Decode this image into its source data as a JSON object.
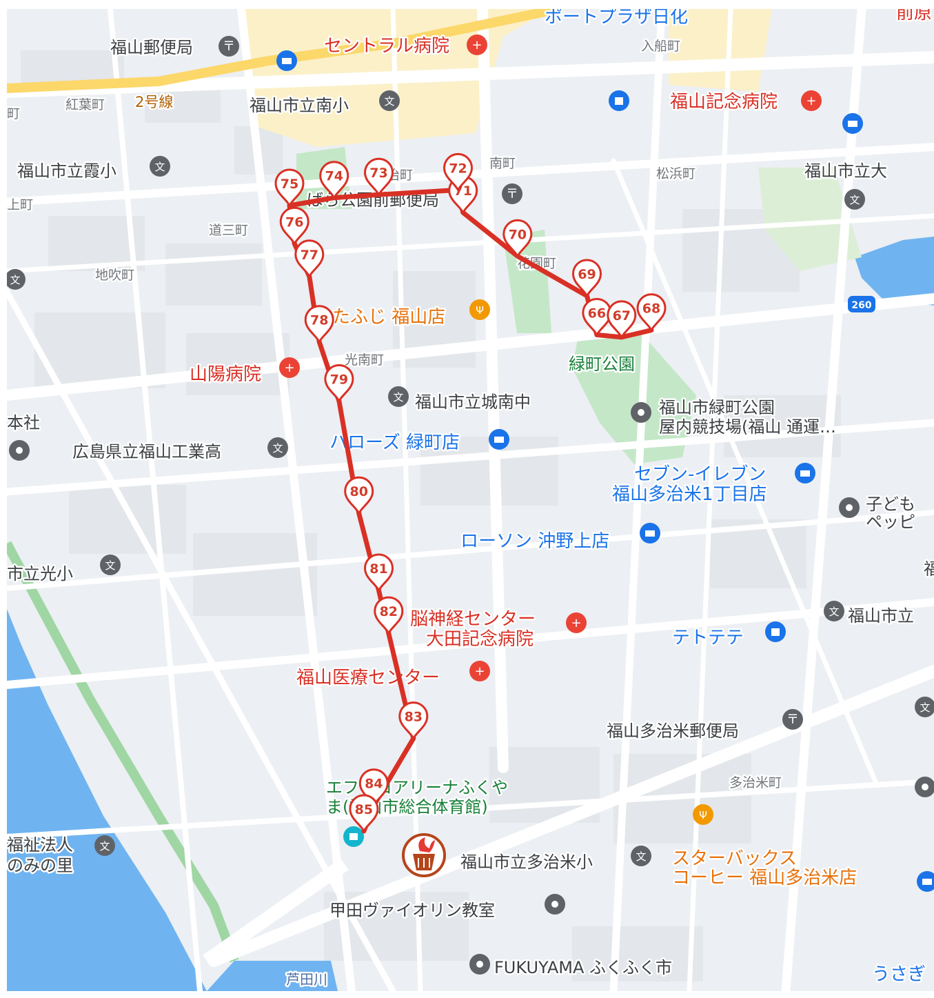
{
  "map": {
    "route_color": "#d93025",
    "water_color": "#6fb4f0",
    "park_color": "#c4e7c8",
    "markers": [
      {
        "label": "66",
        "lat": 34.47765,
        "lng": 133.3719
      },
      {
        "label": "67",
        "lat": 34.47762,
        "lng": 133.3724
      },
      {
        "label": "68",
        "lat": 34.47771,
        "lng": 133.373
      },
      {
        "label": "69",
        "lat": 34.47815,
        "lng": 133.3717
      },
      {
        "label": "70",
        "lat": 34.47866,
        "lng": 133.3703
      },
      {
        "label": "71",
        "lat": 34.47922,
        "lng": 133.3692
      },
      {
        "label": "72",
        "lat": 34.47951,
        "lng": 133.3691
      },
      {
        "label": "73",
        "lat": 34.47945,
        "lng": 133.3675
      },
      {
        "label": "74",
        "lat": 34.47941,
        "lng": 133.3666
      },
      {
        "label": "75",
        "lat": 34.47931,
        "lng": 133.3657
      },
      {
        "label": "76",
        "lat": 34.47882,
        "lng": 133.3658
      },
      {
        "label": "77",
        "lat": 34.4784,
        "lng": 133.3661
      },
      {
        "label": "78",
        "lat": 34.47756,
        "lng": 133.3663
      },
      {
        "label": "79",
        "lat": 34.4768,
        "lng": 133.3667
      },
      {
        "label": "80",
        "lat": 34.47536,
        "lng": 133.3671
      },
      {
        "label": "81",
        "lat": 34.47437,
        "lng": 133.3675
      },
      {
        "label": "82",
        "lat": 34.47382,
        "lng": 133.3677
      },
      {
        "label": "83",
        "lat": 34.47247,
        "lng": 133.3682
      },
      {
        "label": "84",
        "lat": 34.47161,
        "lng": 133.3674
      },
      {
        "label": "85",
        "lat": 34.47128,
        "lng": 133.3672
      }
    ],
    "route": [
      {
        "lat": 34.47128,
        "lng": 133.3672
      },
      {
        "lat": 34.47161,
        "lng": 133.3674
      },
      {
        "lat": 34.47247,
        "lng": 133.3682
      },
      {
        "lat": 34.47382,
        "lng": 133.3677
      },
      {
        "lat": 34.47437,
        "lng": 133.3675
      },
      {
        "lat": 34.47536,
        "lng": 133.3671
      },
      {
        "lat": 34.4768,
        "lng": 133.3667
      },
      {
        "lat": 34.47756,
        "lng": 133.3663
      },
      {
        "lat": 34.4784,
        "lng": 133.3661
      },
      {
        "lat": 34.47882,
        "lng": 133.3658
      },
      {
        "lat": 34.47931,
        "lng": 133.3657
      },
      {
        "lat": 34.47941,
        "lng": 133.3666
      },
      {
        "lat": 34.47945,
        "lng": 133.3675
      },
      {
        "lat": 34.47951,
        "lng": 133.3691
      },
      {
        "lat": 34.47922,
        "lng": 133.3692
      },
      {
        "lat": 34.47866,
        "lng": 133.3703
      },
      {
        "lat": 34.47815,
        "lng": 133.3717
      },
      {
        "lat": 34.47765,
        "lng": 133.3719
      },
      {
        "lat": 34.47762,
        "lng": 133.3724
      },
      {
        "lat": 34.47771,
        "lng": 133.373
      }
    ],
    "labels": {
      "fukuyama_post": "福山郵便局",
      "central_hospital": "セントラル病院",
      "port_plaza": "ポートプラザ日化",
      "maebara": "前原",
      "irifune": "入船町",
      "momiji": "紅葉町",
      "route2": "2号線",
      "minami_sho": "福山市立南小",
      "kinen_hospital": "福山記念病院",
      "kasumi_sho": "福山市立霞小",
      "minamimachi": "南町",
      "matsuhama": "松浜町",
      "dai": "福山市立大",
      "meiji": "明治町",
      "park_post": "ばら公園前郵便局",
      "dosan": "道三町",
      "jibuki": "地吹町",
      "hanazono": "花園町",
      "tafuji": "うたふじ 福山店",
      "road260": "260",
      "midori_park": "緑町公園",
      "sanyo_hospital": "山陽病院",
      "konan": "光南町",
      "jonan_chu": "福山市立城南中",
      "indoor_stadium_1": "福山市緑町公園",
      "indoor_stadium_2": "屋内競技場(福山 通運…",
      "honsha": "本社",
      "kogyo_high": "広島県立福山工業高",
      "halloo": "ハローズ 緑町店",
      "seven_1": "セブン-イレブン",
      "seven_2": "福山多治米1丁目店",
      "kodomo_1": "子ども",
      "kodomo_2": "ペッピ",
      "lawson": "ローソン 沖野上店",
      "hikari_sho": "市立光小",
      "noushinkei_1": "脳神経センター",
      "noushinkei_2": "大田記念病院",
      "tetotete": "テトテテ",
      "fukuyama_shiritsu": "福山市立",
      "iryo_center": "福山医療センター",
      "tajime_post": "福山多治米郵便局",
      "arena_1": "エフピコアリーナふくや",
      "arena_2": "ま(福山市総合体育館)",
      "tajime": "多治米町",
      "fukushi_1": "福祉法人",
      "fukushi_2": "のみの里",
      "tajime_sho": "福山市立多治米小",
      "starbucks_1": "スターバックス",
      "starbucks_2": "コーヒー 福山多治米店",
      "violin": "甲田ヴァイオリン教室",
      "ashida": "芦田川",
      "fukufuku": "FUKUYAMA ふくふく市",
      "usagi": "うさぎ",
      "kami": "上町",
      "machi_left": "町",
      "fuku_right": "福"
    }
  }
}
